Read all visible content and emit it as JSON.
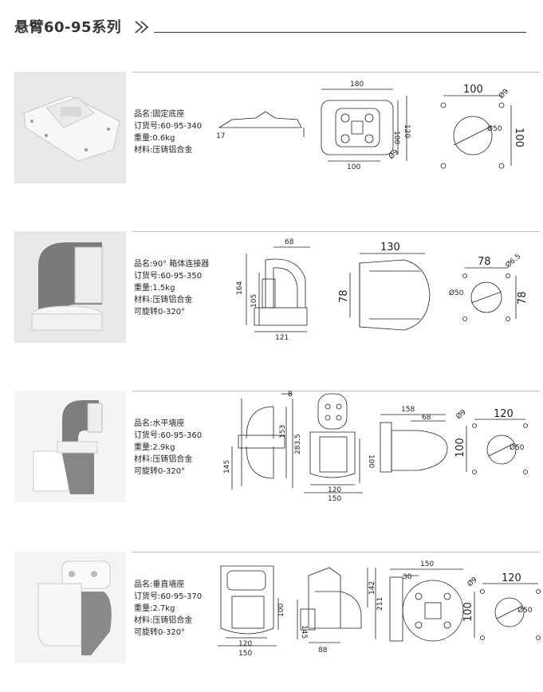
{
  "header": {
    "title": "悬臂60-95系列"
  },
  "rows": [
    {
      "name": "品名:固定底座",
      "order": "订货号:60-95-340",
      "weight": "重量:0.6kg",
      "material": "材料:压铸铝合金",
      "dims": {
        "w180": "180",
        "h120": "120",
        "h100": "100",
        "w100b": "100",
        "h17": "17",
        "d9": "Ø9",
        "t100": "100",
        "tr9": "Ø9",
        "c50": "Ø50",
        "v100": "100",
        "d9b": "Ø9"
      }
    },
    {
      "name": "品名:90° 箱体连接器",
      "order": "订货号:60-95-350",
      "weight": "重量:1.5kg",
      "material": "材料:压铸铝合金",
      "rotate": "可旋转0-320°",
      "dims": {
        "w68": "68",
        "h164": "164",
        "h105": "105",
        "w121": "121",
        "w130": "130",
        "h78": "78",
        "t78": "78",
        "d65": "Ø6.5",
        "c50": "Ø50",
        "v78": "78"
      }
    },
    {
      "name": "品名:水平墙座",
      "order": "订货号:60-95-360",
      "weight": "重量:2.9kg",
      "material": "材料:压铸铝合金",
      "rotate": "可旋转0-320°",
      "dims": {
        "d8": "8",
        "h153": "153",
        "h2835": "283.5",
        "h145": "145",
        "w120": "120",
        "w150": "150",
        "h100": "100",
        "w158": "158",
        "w68": "68",
        "d9": "Ø9",
        "t120": "120",
        "v100": "100",
        "c50": "Ø50"
      }
    },
    {
      "name": "品名:垂直墙座",
      "order": "订货号:60-95-370",
      "weight": "重量:2.7kg",
      "material": "材料:压铸铝合金",
      "rotate": "可旋转0-320°",
      "dims": {
        "h100": "100",
        "w120": "120",
        "w150": "150",
        "h145": "145",
        "w88": "88",
        "h142": "142",
        "h211": "211",
        "w150b": "150",
        "w30": "30",
        "d9": "Ø9",
        "t120": "120",
        "v100": "100",
        "c50": "Ø50"
      }
    }
  ]
}
